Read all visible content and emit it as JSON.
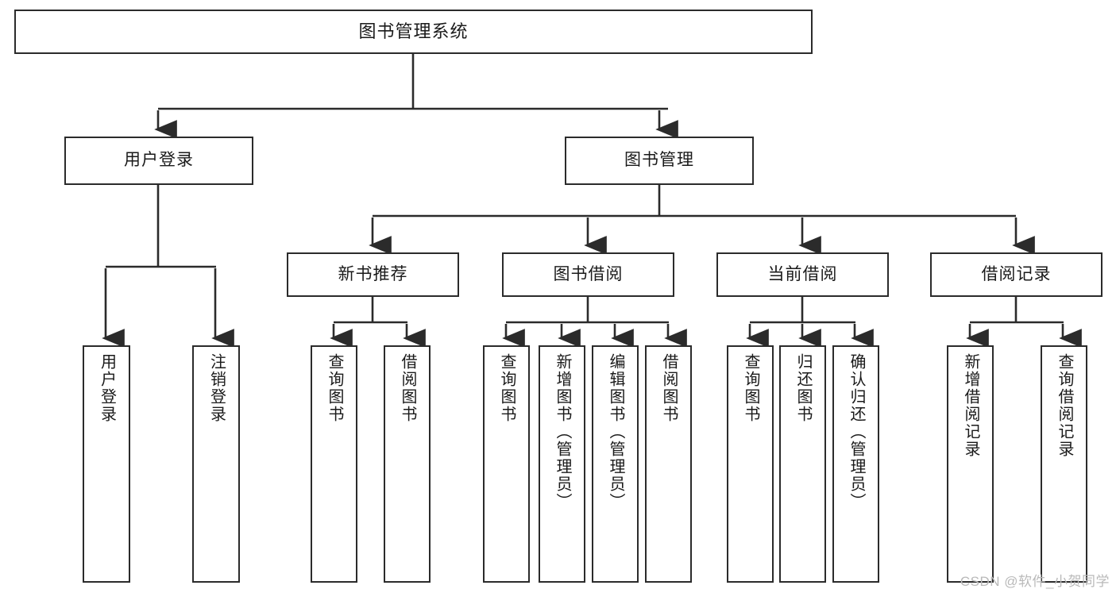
{
  "diagram": {
    "title": "图书管理系统",
    "type": "tree",
    "nodes": {
      "root": {
        "label": "图书管理系统"
      },
      "level2": [
        {
          "id": "user-login",
          "label": "用户登录"
        },
        {
          "id": "book-manage",
          "label": "图书管理"
        }
      ],
      "level3": [
        {
          "id": "new-book-recommend",
          "label": "新书推荐"
        },
        {
          "id": "book-borrow",
          "label": "图书借阅"
        },
        {
          "id": "current-borrow",
          "label": "当前借阅"
        },
        {
          "id": "borrow-record",
          "label": "借阅记录"
        }
      ],
      "leaves": [
        {
          "id": "leaf-user-login",
          "label": "用户登录",
          "parent": "user-login"
        },
        {
          "id": "leaf-logout-login",
          "label": "注销登录",
          "parent": "user-login"
        },
        {
          "id": "leaf-query-book-1",
          "label": "查询图书",
          "parent": "new-book-recommend"
        },
        {
          "id": "leaf-borrow-book-1",
          "label": "借阅图书",
          "parent": "new-book-recommend"
        },
        {
          "id": "leaf-query-book-2",
          "label": "查询图书",
          "parent": "book-borrow"
        },
        {
          "id": "leaf-add-book",
          "label": "新增图书（管理员）",
          "parent": "book-borrow"
        },
        {
          "id": "leaf-edit-book",
          "label": "编辑图书（管理员）",
          "parent": "book-borrow"
        },
        {
          "id": "leaf-borrow-book-2",
          "label": "借阅图书",
          "parent": "book-borrow"
        },
        {
          "id": "leaf-query-book-3",
          "label": "查询图书",
          "parent": "current-borrow"
        },
        {
          "id": "leaf-return-book",
          "label": "归还图书",
          "parent": "current-borrow"
        },
        {
          "id": "leaf-confirm-return",
          "label": "确认归还（管理员）",
          "parent": "current-borrow"
        },
        {
          "id": "leaf-add-record",
          "label": "新增借阅记录",
          "parent": "borrow-record"
        },
        {
          "id": "leaf-query-record",
          "label": "查询借阅记录",
          "parent": "borrow-record"
        }
      ]
    },
    "colors": {
      "border": "#2b2b2b",
      "background": "#ffffff",
      "text": "#1a1a1a",
      "watermark": "#b9b9b9"
    }
  },
  "watermark": {
    "text": "CSDN @软件_小贺同学"
  }
}
